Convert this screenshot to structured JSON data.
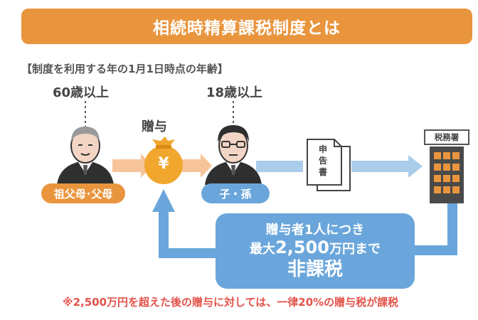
{
  "title": "相続時精算課税制度とは",
  "age_note": "【制度を利用する年の1月1日時点の年齢】",
  "giver": {
    "age": "60歳以上",
    "label": "祖父母･父母"
  },
  "receiver": {
    "age": "18歳以上",
    "label": "子・孫"
  },
  "gift_label": "贈与",
  "money_bag_symbol": "¥",
  "document": {
    "text": "申告書"
  },
  "tax_office": {
    "label": "税務署"
  },
  "callout": {
    "line1": "贈与者1人につき",
    "line2_pre": "最大",
    "line2_amount": "2,500",
    "line2_post": "万円まで",
    "line3": "非課税"
  },
  "footnote": "※2,500万円を超えた後の贈与に対しては、一律20%の贈与税が課税",
  "colors": {
    "orange": "#E9953E",
    "light_orange": "#F7C49A",
    "blue": "#6AA6DB",
    "light_blue": "#A9CDEB",
    "red": "#E2534A",
    "bag_gold": "#F1A72E"
  }
}
